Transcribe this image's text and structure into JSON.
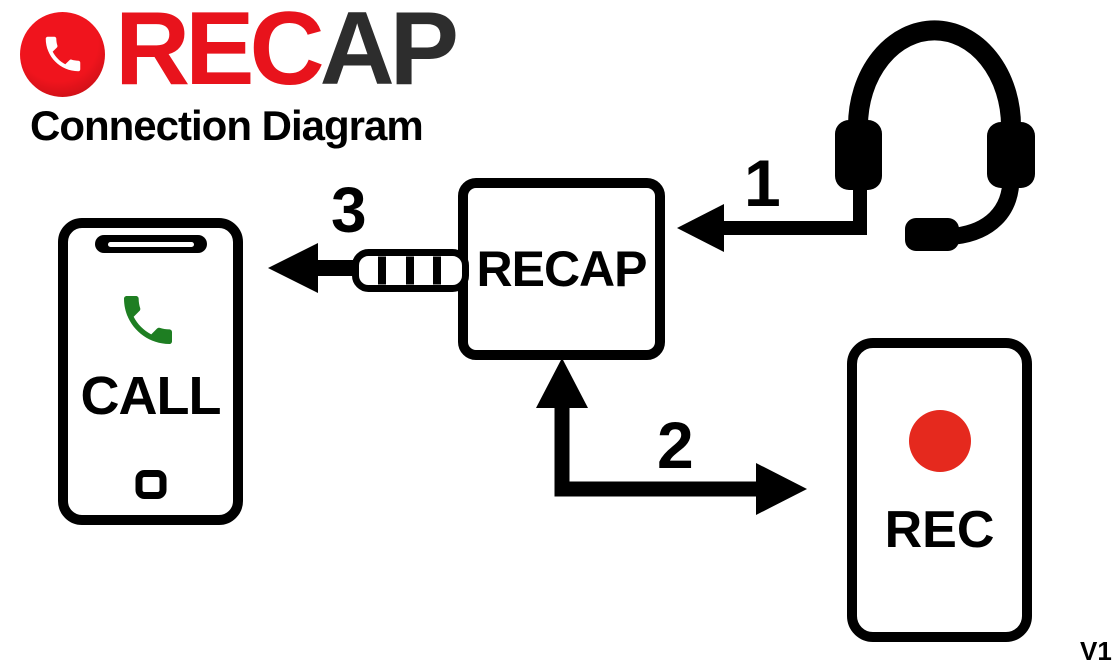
{
  "page": {
    "background_color": "#ffffff",
    "version_label": "V1"
  },
  "logo": {
    "icon": "phone-in-red-circle",
    "brand_red_text": "REC",
    "brand_dark_text": "AP",
    "subtitle": "Connection Diagram",
    "colors": {
      "red": "#e8131c",
      "dark": "#2d2d2d"
    }
  },
  "diagram": {
    "recap_box": {
      "label": "RECAP"
    },
    "phone_device": {
      "label": "CALL",
      "icon": "green-phone-handset",
      "green": "#1e7e22",
      "has_speaker_slot": true,
      "has_home_button": true
    },
    "recorder_device": {
      "label": "REC",
      "record_dot_color": "#e5291e"
    },
    "headset": {
      "icon": "headset-with-mic"
    },
    "jack": {
      "icon": "trrs-audio-jack-plug"
    },
    "connections": [
      {
        "step": "1",
        "from": "headset",
        "to": "recap-box"
      },
      {
        "step": "2",
        "from": "recap-box",
        "to": "recorder-device"
      },
      {
        "step": "3",
        "from": "recap-box-jack",
        "to": "phone-device"
      }
    ]
  }
}
